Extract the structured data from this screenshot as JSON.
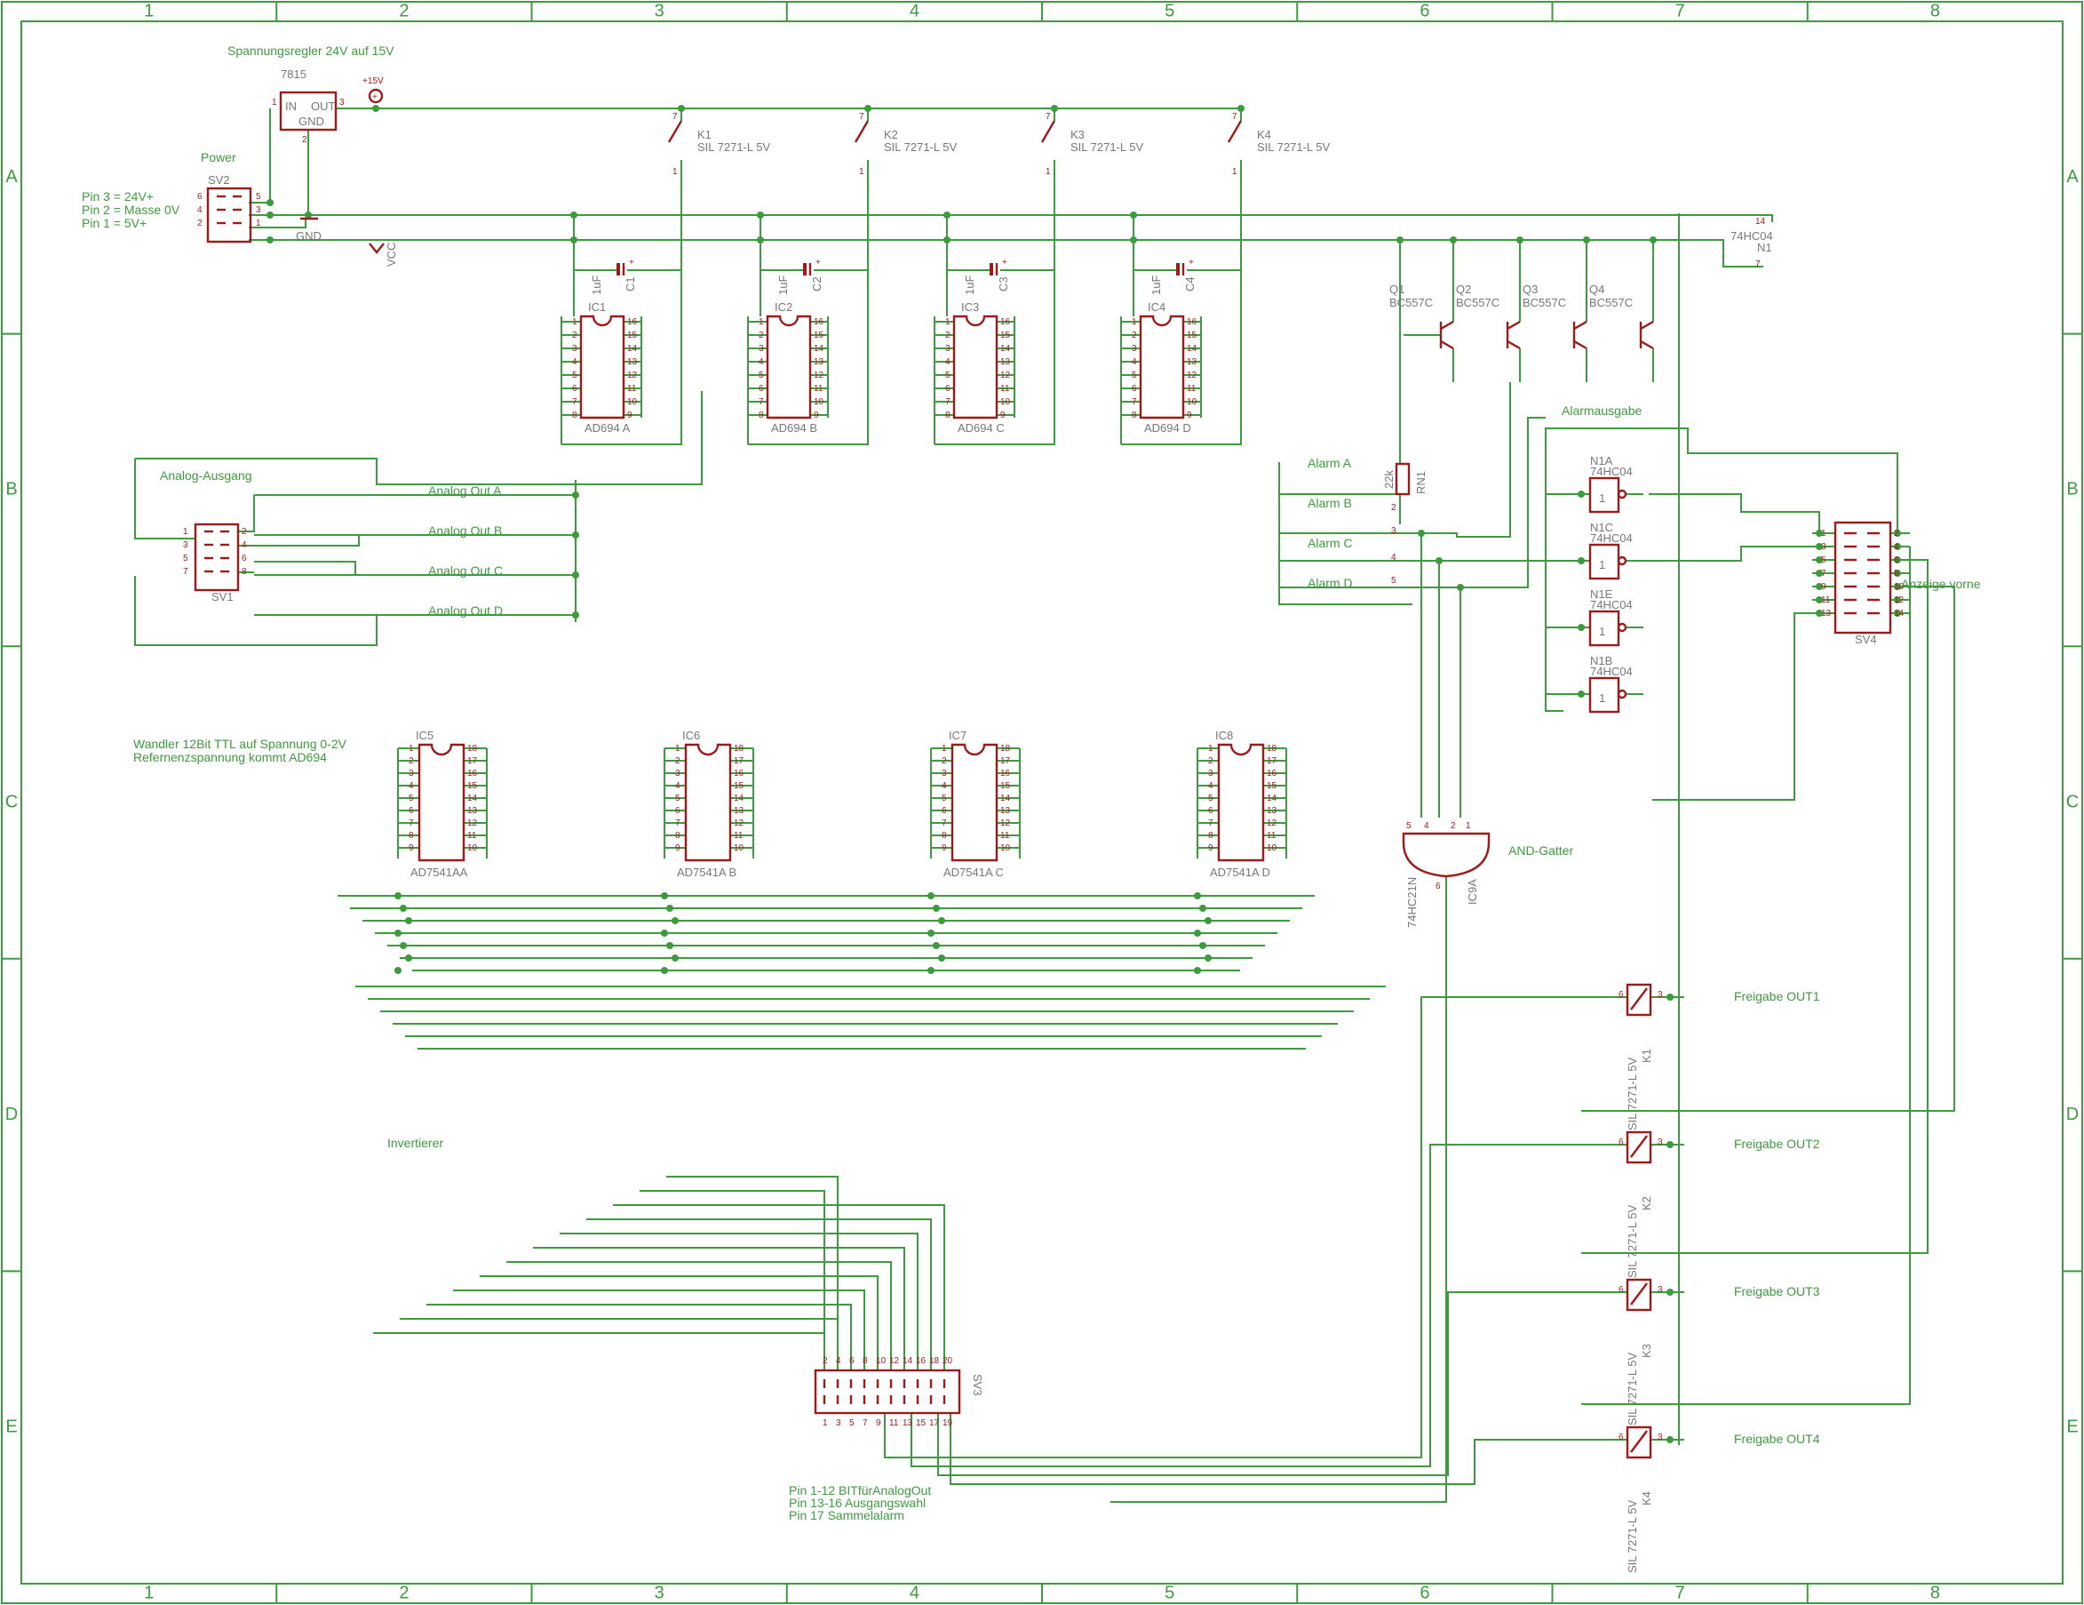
{
  "frame": {
    "columns": [
      "1",
      "2",
      "3",
      "4",
      "5",
      "6",
      "7",
      "8"
    ],
    "rows": [
      "A",
      "B",
      "C",
      "D",
      "E"
    ]
  },
  "notes": {
    "regulator_title": "Spannungsregler 24V auf 15V",
    "power_title": "Power",
    "power_pins": [
      "Pin 3 = 24V+",
      "Pin 2 = Masse 0V",
      "Pin 1 = 5V+"
    ],
    "analog_out_title": "Analog-Ausgang",
    "wandler": [
      "Wandler 12Bit TTL auf Spannung 0-2V",
      "Refernenzspannung kommt AD694"
    ],
    "invertierer": "Invertierer",
    "alarmausgabe": "Alarmausgabe",
    "and_gatter": "AND-Gatter",
    "anzeige_vorne": "Anzeige vorne",
    "sv3_pins": [
      "Pin 1-12 BITfürAnalogOut",
      "Pin 13-16 Ausgangswahl",
      "Pin 17 Sammelalarm"
    ]
  },
  "supply": {
    "regulator_part": "7815",
    "pin_in": "IN",
    "pin_out": "OUT",
    "pin_gnd": "GND",
    "plus15": "+15V",
    "gnd_label": "GND",
    "vcc_label": "VCC"
  },
  "relays_top": [
    {
      "name": "K1",
      "value": "SIL 7271-L 5V"
    },
    {
      "name": "K2",
      "value": "SIL 7271-L 5V"
    },
    {
      "name": "K3",
      "value": "SIL 7271-L 5V"
    },
    {
      "name": "K4",
      "value": "SIL 7271-L 5V"
    }
  ],
  "caps": [
    {
      "name": "C1",
      "value": "1uF"
    },
    {
      "name": "C2",
      "value": "1uF"
    },
    {
      "name": "C3",
      "value": "1uF"
    },
    {
      "name": "C4",
      "value": "1uF"
    }
  ],
  "ad694": [
    {
      "name": "IC1",
      "value": "AD694 A"
    },
    {
      "name": "IC2",
      "value": "AD694 B"
    },
    {
      "name": "IC3",
      "value": "AD694 C"
    },
    {
      "name": "IC4",
      "value": "AD694 D"
    }
  ],
  "ad7541": [
    {
      "name": "IC5",
      "value": "AD7541AA"
    },
    {
      "name": "IC6",
      "value": "AD7541A B"
    },
    {
      "name": "IC7",
      "value": "AD7541A C"
    },
    {
      "name": "IC8",
      "value": "AD7541A D"
    }
  ],
  "transistors": [
    {
      "name": "Q1",
      "value": "BC557C"
    },
    {
      "name": "Q2",
      "value": "BC557C"
    },
    {
      "name": "Q3",
      "value": "BC557C"
    },
    {
      "name": "Q4",
      "value": "BC557C"
    }
  ],
  "inverters": [
    {
      "name": "N1A",
      "value": "74HC04"
    },
    {
      "name": "N1C",
      "value": "74HC04"
    },
    {
      "name": "N1E",
      "value": "74HC04"
    },
    {
      "name": "N1B",
      "value": "74HC04"
    }
  ],
  "inverter_symbol": "1",
  "n1_power": {
    "name": "N1",
    "value": "74HC04"
  },
  "resistor": {
    "name": "RN1",
    "value": "22k"
  },
  "and_gate": {
    "name": "IC9A",
    "value": "74HC21N"
  },
  "connectors": {
    "sv1": "SV1",
    "sv2": "SV2",
    "sv3": "SV3",
    "sv4": "SV4"
  },
  "analog_outs": [
    "Analog Out A",
    "Analog Out B",
    "Analog Out C",
    "Analog Out D"
  ],
  "alarms": [
    "Alarm A",
    "Alarm B",
    "Alarm C",
    "Alarm D"
  ],
  "relays_bottom": [
    {
      "name": "K1",
      "value": "SIL 7271-L 5V",
      "label": "Freigabe OUT1"
    },
    {
      "name": "K2",
      "value": "SIL 7271-L 5V",
      "label": "Freigabe OUT2"
    },
    {
      "name": "K3",
      "value": "SIL 7271-L 5V",
      "label": "Freigabe OUT3"
    },
    {
      "name": "K4",
      "value": "SIL 7271-L 5V",
      "label": "Freigabe OUT4"
    }
  ],
  "colors": {
    "wire": "#3e9a3e",
    "part": "#9c1a1a",
    "part_name": "#777777",
    "background": "#ffffff"
  }
}
